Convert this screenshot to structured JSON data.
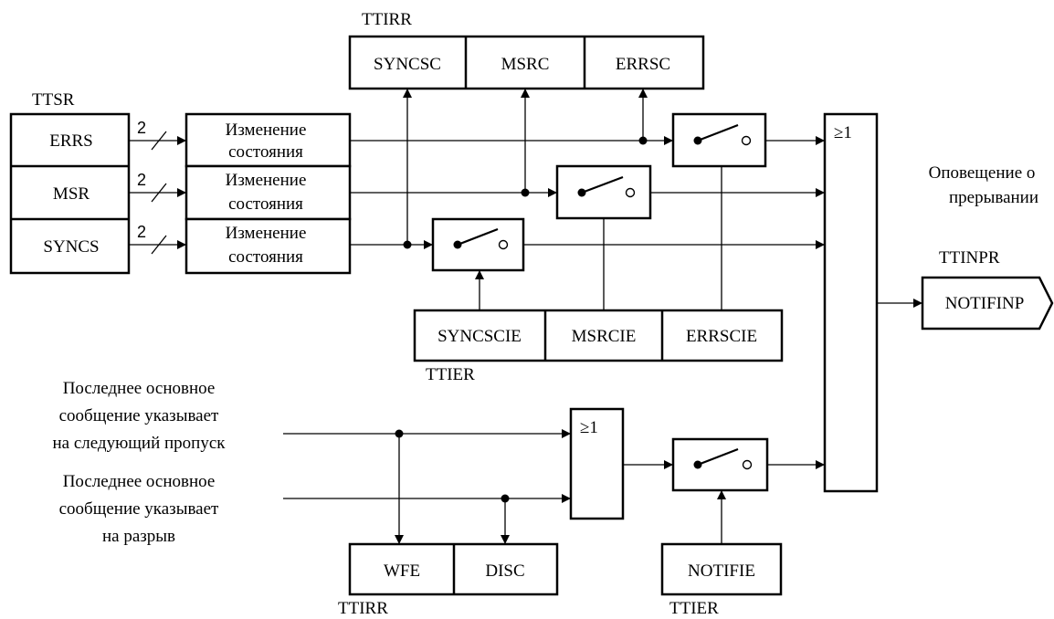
{
  "ttirr_top": {
    "name": "TTIRR",
    "fields": [
      "SYNCSC",
      "MSRC",
      "ERRSC"
    ]
  },
  "ttsr": {
    "name": "TTSR",
    "fields": [
      "ERRS",
      "MSR",
      "SYNCS"
    ]
  },
  "bus_width": "2",
  "state_change": {
    "line1": "Изменение",
    "line2": "состояния"
  },
  "ttier_mid": {
    "name": "TTIER",
    "fields": [
      "SYNCSCIE",
      "MSRCIE",
      "ERRSCIE"
    ]
  },
  "or_gate": "≥1",
  "output": {
    "caption_line1": "Оповещение о",
    "caption_line2": "прерывании",
    "register": "TTINPR",
    "field": "NOTIFINP"
  },
  "inputs": {
    "next_gap": [
      "Последнее основное",
      "сообщение указывает",
      "на следующий пропуск"
    ],
    "break": [
      "Последнее основное",
      "сообщение указывает",
      "на разрыв"
    ]
  },
  "ttirr_bottom": {
    "name": "TTIRR",
    "fields": [
      "WFE",
      "DISC"
    ]
  },
  "ttier_bottom": {
    "name": "TTIER",
    "field": "NOTIFIE"
  }
}
